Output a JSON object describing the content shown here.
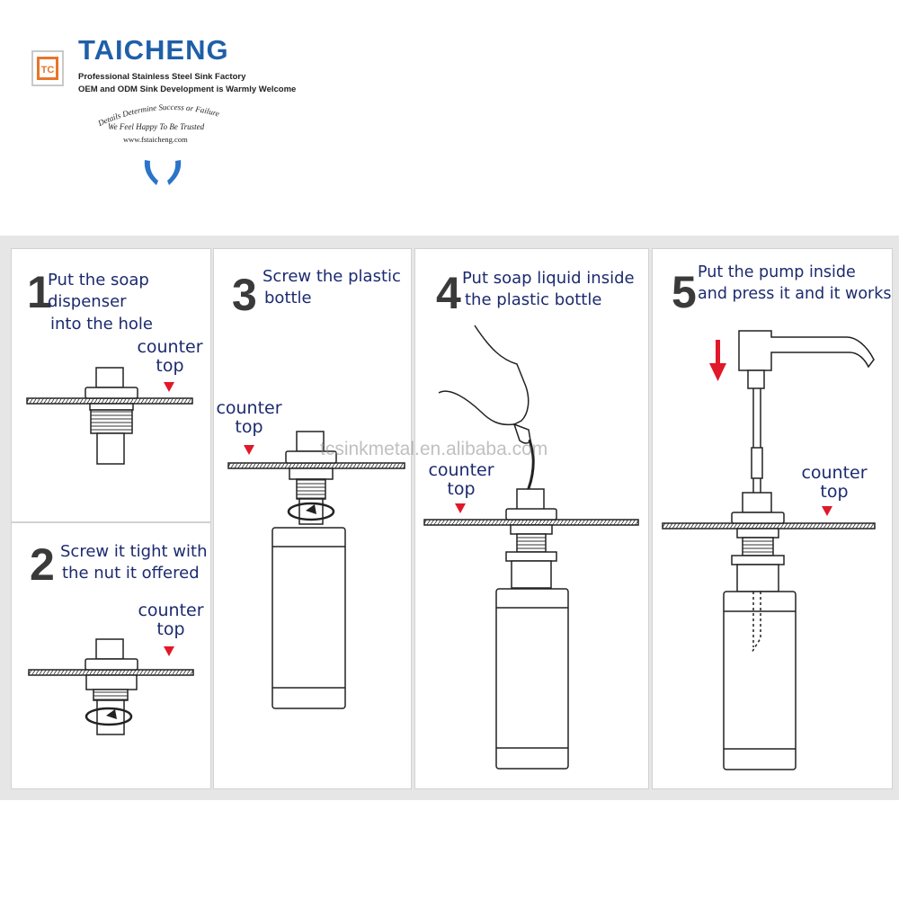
{
  "header": {
    "brand": "TAICHENG",
    "logo_initials": "TC",
    "tagline_1": "Professional Stainless Steel Sink Factory",
    "tagline_2": "OEM and ODM Sink Development is Warmly Welcome",
    "motto": "Details Determine Success or Failure",
    "trust": "We Feel Happy To Be Trusted",
    "website": "www.fstaicheng.com",
    "brand_color": "#1f5fa8",
    "hands_icon": "hands-icon"
  },
  "watermark": "tcsinkmetal.en.alibaba.com",
  "counter_label": {
    "line1": "counter",
    "line2": "top"
  },
  "steps": [
    {
      "number": "1",
      "line1": "Put the soap dispenser",
      "line2": "into the hole"
    },
    {
      "number": "2",
      "line1": "Screw it tight with",
      "line2": "the nut it offered"
    },
    {
      "number": "3",
      "line1": "Screw the plastic",
      "line2": "bottle"
    },
    {
      "number": "4",
      "line1": "Put soap liquid inside",
      "line2": "the plastic bottle"
    },
    {
      "number": "5",
      "line1": "Put the pump inside",
      "line2": "and press it and it works"
    }
  ],
  "colors": {
    "instruction_text": "#1c2a6e",
    "marker_red": "#e0182a",
    "line_art": "#222222"
  }
}
